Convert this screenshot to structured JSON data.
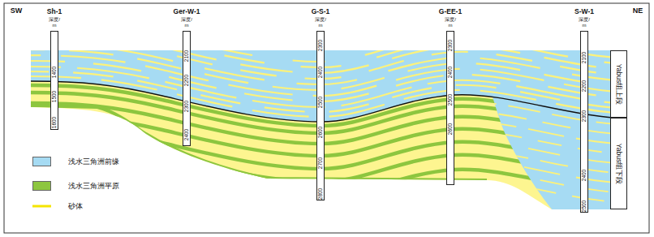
{
  "diagram": {
    "nodes": [
      {
        "text": [
          "Sh-1",
          "深度/ m",
          "1400",
          "1500",
          "1600"
        ]
      },
      {
        "text": [
          "Ger-W-1",
          "深度/ m",
          "2100",
          "2200",
          "2300",
          "2400"
        ]
      },
      {
        "text": [
          "G-S-1",
          "深度/ m",
          "2300",
          "2400",
          "2500",
          "2600",
          "2700",
          "2800"
        ]
      },
      {
        "text": [
          "G-EE-1",
          "深度/ m",
          "2300",
          "2400",
          "2500",
          "2600"
        ]
      },
      {
        "text": [
          "S-W-1",
          "深度/ m",
          "2100",
          "2200",
          "2300",
          "2400",
          "2500"
        ]
      },
      {
        "text": [
          "Yabus组上段"
        ]
      },
      {
        "text": [
          "Yabus组下段"
        ]
      }
    ],
    "labels": [
      "SW",
      "NE"
    ],
    "legend": [
      {
        "text": "浅水三角洲前缘",
        "color": "#a6dbf3"
      },
      {
        "text": "浅水三角洲平原",
        "color": "#8dc63f"
      },
      {
        "text": "砂体"
      }
    ]
  }
}
